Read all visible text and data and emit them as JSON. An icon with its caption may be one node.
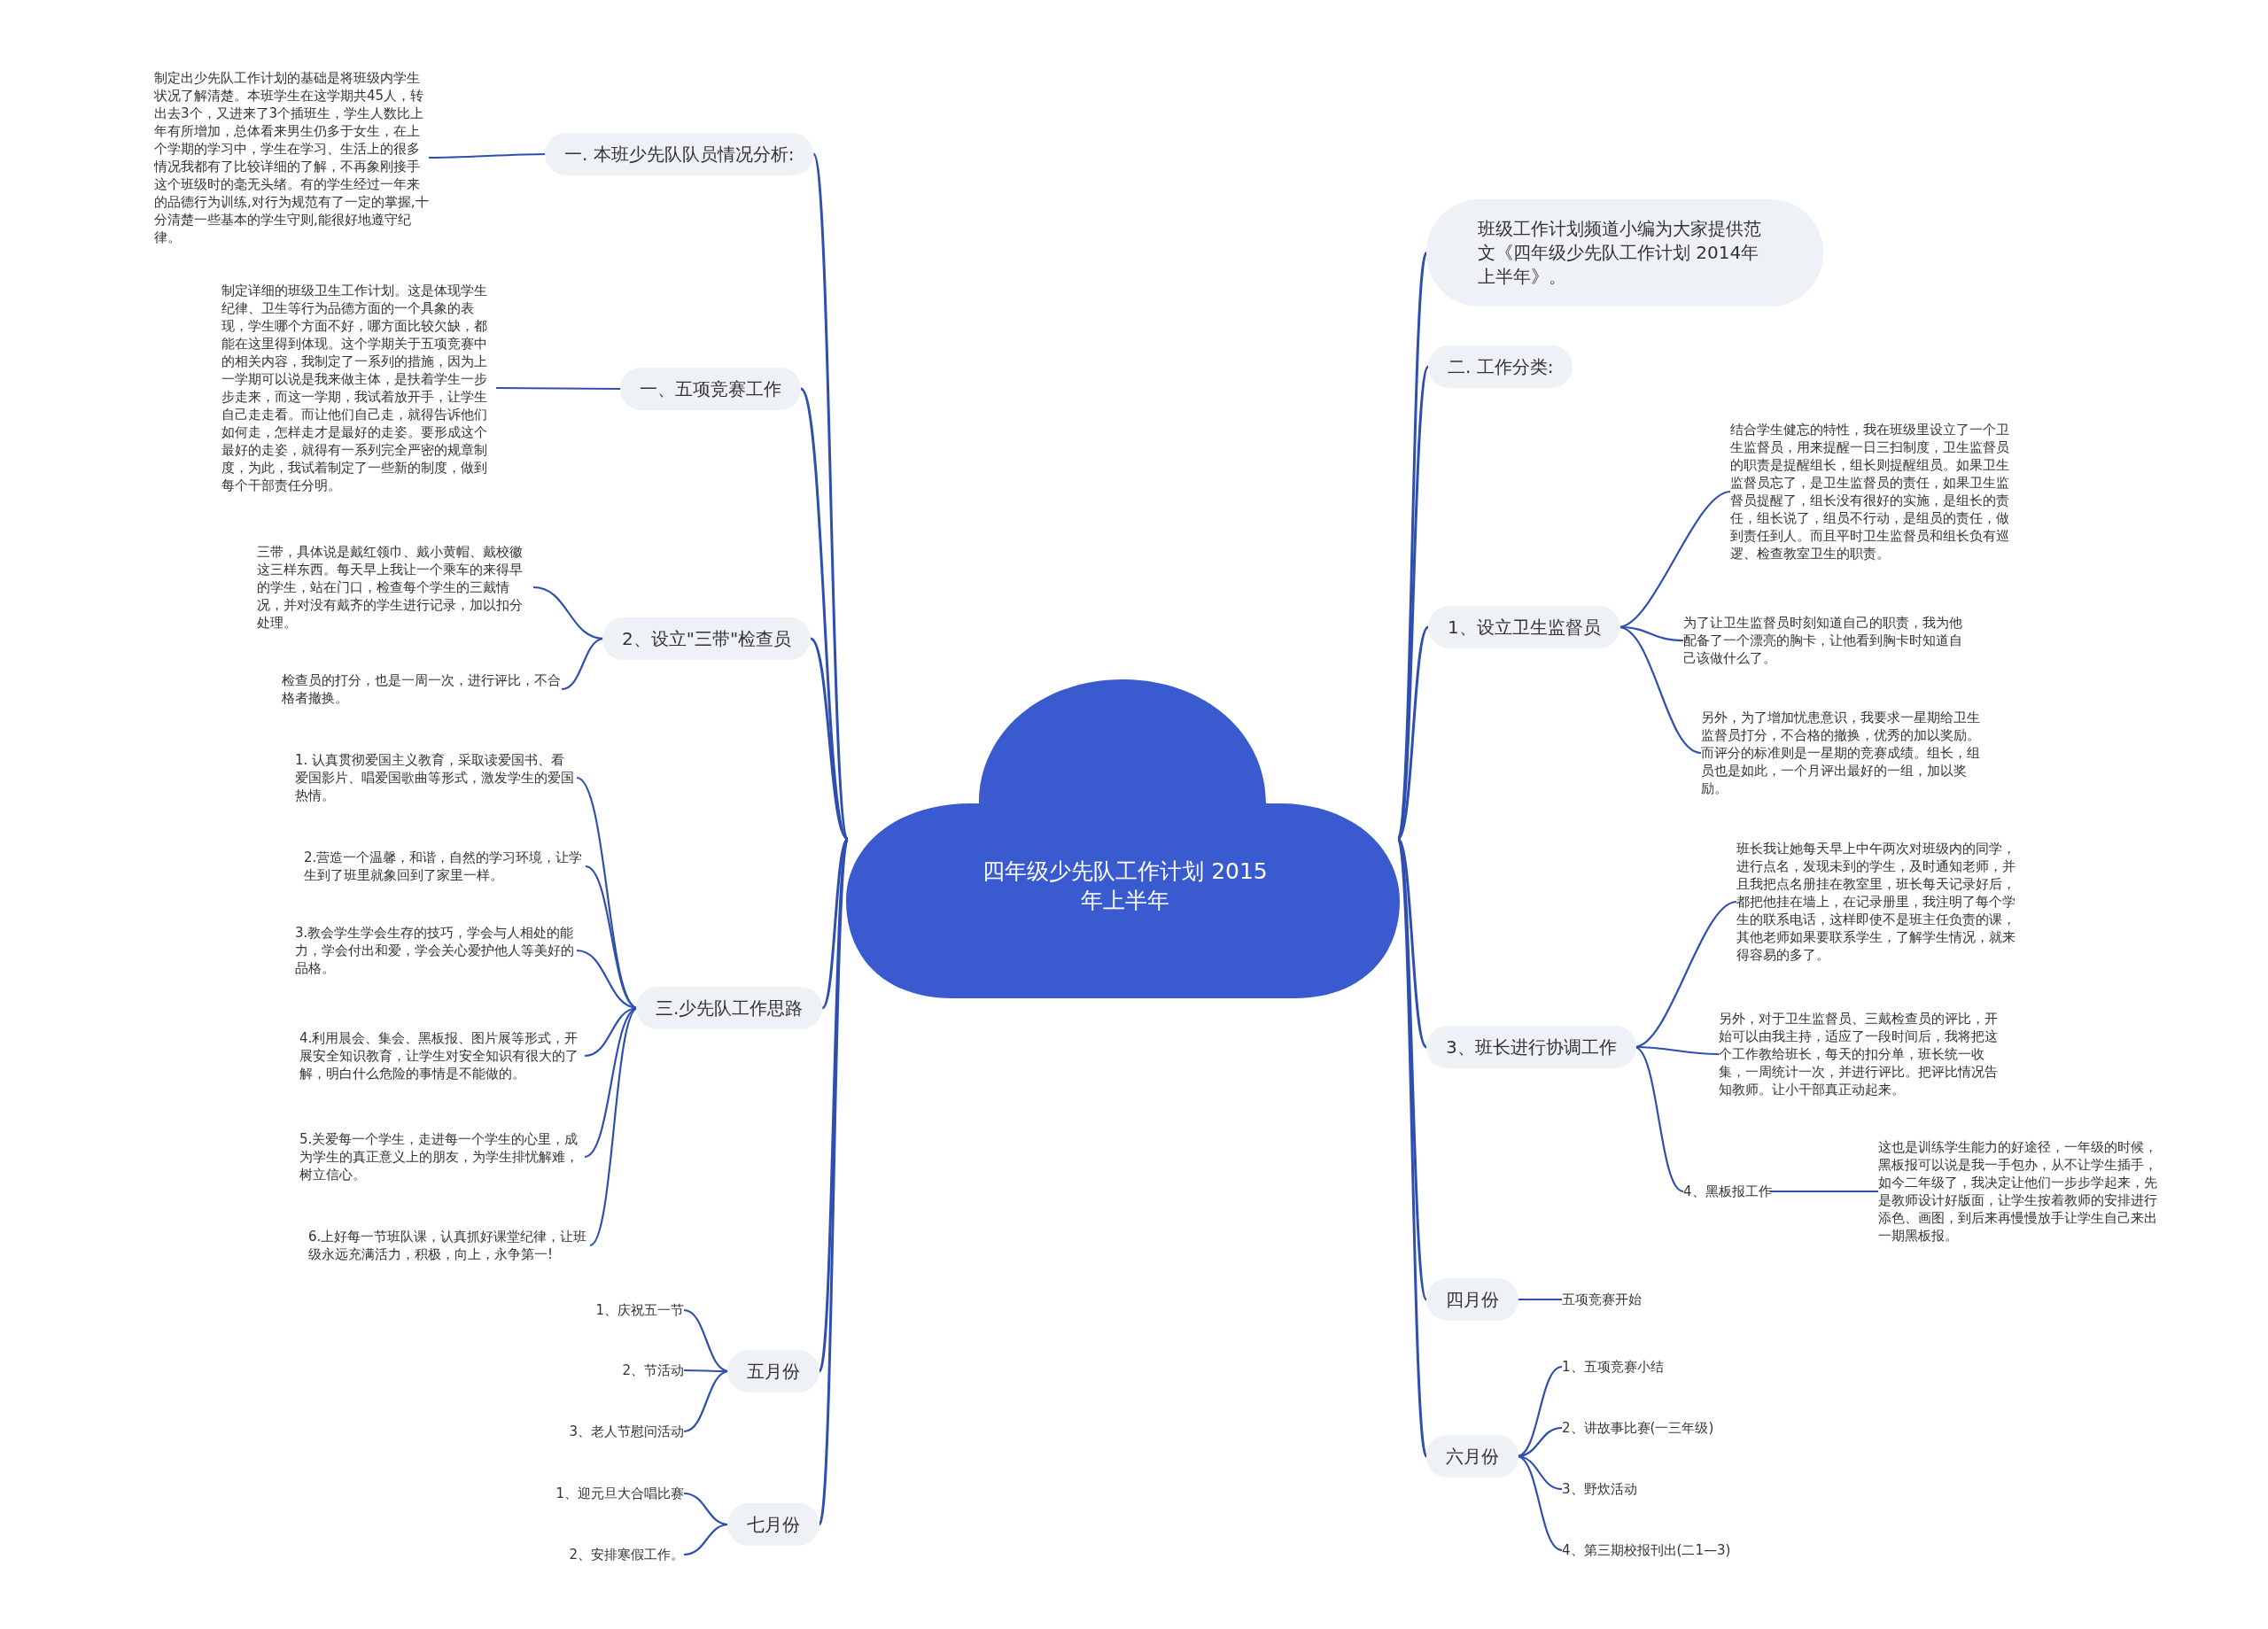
{
  "diagram": {
    "nodes": [
      {
        "text": [
          "四年级少先队工作计划 2015年上半年"
        ]
      },
      {
        "text": [
          "一. 本班少先队队员情况分析:"
        ]
      },
      {
        "text": [
          "制定出少先队工作计划的基础是将班级内学生状况了解清楚。本班学生在这学期共45人，转出去3个，又进来了3个插班生，学生人数比上年有所增加，总体看来男生仍多于女生，在上个学期的学习中，学生在学习、生活上的很多情况我都有了比较详细的了解，不再象刚接手这个班级时的毫无头绪。有的学生经过一年来的品德行为训练,对行为规范有了一定的掌握,十分清楚一些基本的学生守则,能很好地遵守纪律。"
        ]
      },
      {
        "text": [
          "一、五项竞赛工作"
        ]
      },
      {
        "text": [
          "制定详细的班级卫生工作计划。这是体现学生纪律、卫生等行为品德方面的一个具象的表现，学生哪个方面不好，哪方面比较欠缺，都能在这里得到体现。这个学期关于五项竞赛中的相关内容，我制定了一系列的措施，因为上一学期可以说是我来做主体，是扶着学生一步步走来，而这一学期，我试着放开手，让学生自己走走看。而让他们自己走，就得告诉他们如何走，怎样走才是最好的走姿。要形成这个最好的走姿，就得有一系列完全严密的规章制度，为此，我试着制定了一些新的制度，做到每个干部责任分明。"
        ]
      },
      {
        "text": [
          "2、设立\"三带\"检查员"
        ]
      },
      {
        "text": [
          "三带，具体说是戴红领巾、戴小黄帽、戴校徽这三样东西。每天早上我让一个乘车的来得早的学生，站在门口，检查每个学生的三戴情况，并对没有戴齐的学生进行记录，加以扣分处理。"
        ]
      },
      {
        "text": [
          "检查员的打分，也是一周一次，进行评比，不合格者撤换。"
        ]
      },
      {
        "text": [
          "三.少先队工作思路"
        ]
      },
      {
        "text": [
          "1. 认真贯彻爱国主义教育，采取读爱国书、看爱国影片、唱爱国歌曲等形式，激发学生的爱国热情。"
        ]
      },
      {
        "text": [
          "2.营造一个温馨，和谐，自然的学习环境，让学生到了班里就象回到了家里一样。"
        ]
      },
      {
        "text": [
          "3.教会学生学会生存的技巧，学会与人相处的能力，学会付出和爱，学会关心爱护他人等美好的品格。"
        ]
      },
      {
        "text": [
          "4.利用晨会、集会、黑板报、图片展等形式，开展安全知识教育，让学生对安全知识有很大的了解，明白什么危险的事情是不能做的。"
        ]
      },
      {
        "text": [
          "5.关爱每一个学生，走进每一个学生的心里，成为学生的真正意义上的朋友，为学生排忧解难，树立信心。"
        ]
      },
      {
        "text": [
          "6.上好每一节班队课，认真抓好课堂纪律，让班级永远充满活力，积极，向上，永争第一!"
        ]
      },
      {
        "text": [
          "五月份"
        ]
      },
      {
        "text": [
          "1、庆祝五一节"
        ]
      },
      {
        "text": [
          "2、节活动"
        ]
      },
      {
        "text": [
          "3、老人节慰问活动"
        ]
      },
      {
        "text": [
          "七月份"
        ]
      },
      {
        "text": [
          "1、迎元旦大合唱比赛"
        ]
      },
      {
        "text": [
          "2、安排寒假工作。"
        ]
      },
      {
        "text": [
          "班级工作计划频道小编为大家提供范文《四年级少先队工作计划 2014年上半年》。"
        ]
      },
      {
        "text": [
          "二. 工作分类:"
        ]
      },
      {
        "text": [
          "1、设立卫生监督员"
        ]
      },
      {
        "text": [
          "结合学生健忘的特性，我在班级里设立了一个卫生监督员，用来提醒一日三扫制度，卫生监督员的职责是提醒组长，组长则提醒组员。如果卫生监督员忘了，是卫生监督员的责任，如果卫生监督员提醒了，组长没有很好的实施，是组长的责任，组长说了，组员不行动，是组员的责任，做到责任到人。而且平时卫生监督员和组长负有巡逻、检查教室卫生的职责。"
        ]
      },
      {
        "text": [
          "为了让卫生监督员时刻知道自己的职责，我为他配备了一个漂亮的胸卡，让他看到胸卡时知道自己该做什么了。"
        ]
      },
      {
        "text": [
          "另外，为了增加忧患意识，我要求一星期给卫生监督员打分，不合格的撤换，优秀的加以奖励。而评分的标准则是一星期的竞赛成绩。组长，组员也是如此，一个月评出最好的一组，加以奖励。"
        ]
      },
      {
        "text": [
          "3、班长进行协调工作"
        ]
      },
      {
        "text": [
          "班长我让她每天早上中午两次对班级内的同学，进行点名，发现未到的学生，及时通知老师，并且我把点名册挂在教室里，班长每天记录好后，都把他挂在墙上，在记录册里，我注明了每个学生的联系电话，这样即使不是班主任负责的课，其他老师如果要联系学生，了解学生情况，就来得容易的多了。"
        ]
      },
      {
        "text": [
          "另外，对于卫生监督员、三戴检查员的评比，开始可以由我主持，适应了一段时间后，我将把这个工作教给班长，每天的扣分单，班长统一收集，一周统计一次，并进行评比。把评比情况告知教师。让小干部真正动起来。"
        ]
      },
      {
        "text": [
          "4、黑板报工作"
        ]
      },
      {
        "text": [
          "这也是训练学生能力的好途径，一年级的时候，黑板报可以说是我一手包办，从不让学生插手，如今二年级了，我决定让他们一步步学起来，先是教师设计好版面，让学生按着教师的安排进行添色、画图，到后来再慢慢放手让学生自己来出一期黑板报。"
        ]
      },
      {
        "text": [
          "四月份"
        ]
      },
      {
        "text": [
          "五项竞赛开始"
        ]
      },
      {
        "text": [
          "六月份"
        ]
      },
      {
        "text": [
          "1、五项竞赛小结"
        ]
      },
      {
        "text": [
          "2、讲故事比赛(一三年级)"
        ]
      },
      {
        "text": [
          "3、野炊活动"
        ]
      },
      {
        "text": [
          "4、第三期校报刊出(二1—3)"
        ]
      }
    ],
    "edges": [
      {
        "from": 0,
        "to": 1,
        "arrow": "none"
      },
      {
        "from": 1,
        "to": 2,
        "arrow": "none"
      },
      {
        "from": 0,
        "to": 3,
        "arrow": "none"
      },
      {
        "from": 3,
        "to": 4,
        "arrow": "none"
      },
      {
        "from": 0,
        "to": 5,
        "arrow": "none"
      },
      {
        "from": 5,
        "to": 6,
        "arrow": "none"
      },
      {
        "from": 5,
        "to": 7,
        "arrow": "none"
      },
      {
        "from": 0,
        "to": 8,
        "arrow": "none"
      },
      {
        "from": 8,
        "to": 9,
        "arrow": "none"
      },
      {
        "from": 8,
        "to": 10,
        "arrow": "none"
      },
      {
        "from": 8,
        "to": 11,
        "arrow": "none"
      },
      {
        "from": 8,
        "to": 12,
        "arrow": "none"
      },
      {
        "from": 8,
        "to": 13,
        "arrow": "none"
      },
      {
        "from": 8,
        "to": 14,
        "arrow": "none"
      },
      {
        "from": 0,
        "to": 15,
        "arrow": "none"
      },
      {
        "from": 15,
        "to": 16,
        "arrow": "none"
      },
      {
        "from": 15,
        "to": 17,
        "arrow": "none"
      },
      {
        "from": 15,
        "to": 18,
        "arrow": "none"
      },
      {
        "from": 0,
        "to": 19,
        "arrow": "none"
      },
      {
        "from": 19,
        "to": 20,
        "arrow": "none"
      },
      {
        "from": 19,
        "to": 21,
        "arrow": "none"
      },
      {
        "from": 0,
        "to": 22,
        "arrow": "none"
      },
      {
        "from": 0,
        "to": 23,
        "arrow": "none"
      },
      {
        "from": 0,
        "to": 24,
        "arrow": "none"
      },
      {
        "from": 24,
        "to": 25,
        "arrow": "none"
      },
      {
        "from": 24,
        "to": 26,
        "arrow": "none"
      },
      {
        "from": 24,
        "to": 27,
        "arrow": "none"
      },
      {
        "from": 0,
        "to": 28,
        "arrow": "none"
      },
      {
        "from": 28,
        "to": 29,
        "arrow": "none"
      },
      {
        "from": 28,
        "to": 30,
        "arrow": "none"
      },
      {
        "from": 28,
        "to": 31,
        "arrow": "none"
      },
      {
        "from": 31,
        "to": 32,
        "arrow": "none"
      },
      {
        "from": 0,
        "to": 33,
        "arrow": "none"
      },
      {
        "from": 33,
        "to": 34,
        "arrow": "none"
      },
      {
        "from": 0,
        "to": 35,
        "arrow": "none"
      },
      {
        "from": 35,
        "to": 36,
        "arrow": "none"
      },
      {
        "from": 35,
        "to": 37,
        "arrow": "none"
      },
      {
        "from": 35,
        "to": 38,
        "arrow": "none"
      },
      {
        "from": 35,
        "to": 39,
        "arrow": "none"
      }
    ]
  }
}
